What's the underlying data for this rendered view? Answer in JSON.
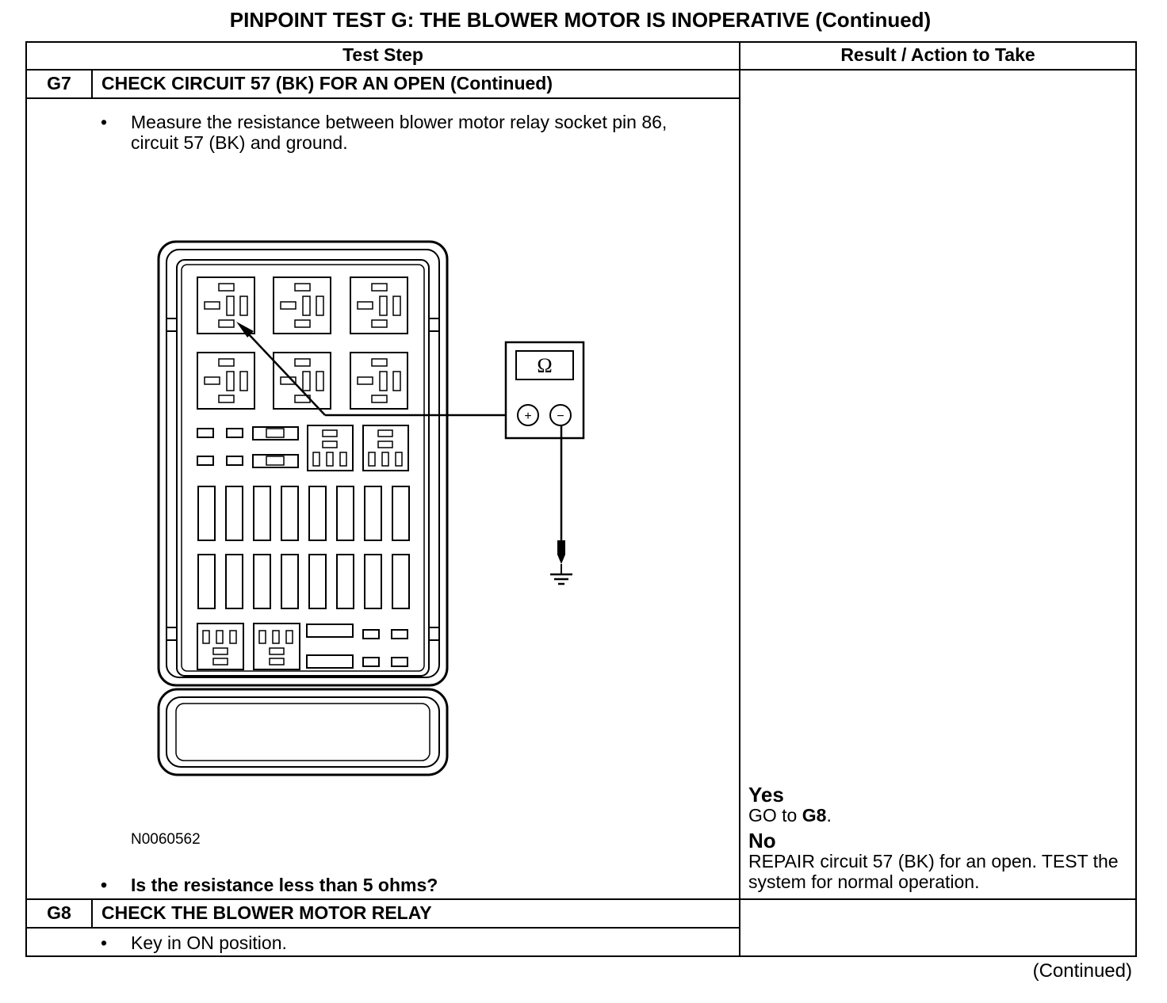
{
  "title": "PINPOINT TEST G: THE BLOWER MOTOR IS INOPERATIVE (Continued)",
  "headers": {
    "test_step": "Test Step",
    "result_action": "Result / Action to Take"
  },
  "steps": [
    {
      "id": "G7",
      "title": "CHECK CIRCUIT 57 (BK) FOR AN OPEN (Continued)",
      "instruction_1": "Measure the resistance between blower motor relay socket pin 86, circuit 57 (BK) and ground.",
      "figure_id": "N0060562",
      "question": "Is the resistance less than 5 ohms?",
      "results": {
        "yes_label": "Yes",
        "yes_action_prefix": "GO to ",
        "yes_action_target": "G8",
        "yes_action_suffix": ".",
        "no_label": "No",
        "no_action": "REPAIR circuit 57 (BK) for an open. TEST the system for normal operation."
      }
    },
    {
      "id": "G8",
      "title": "CHECK THE BLOWER MOTOR RELAY",
      "instruction_1": "Key in ON position."
    }
  ],
  "meter_symbol": "Ω",
  "meter_plus": "+",
  "meter_minus": "−",
  "bullet_char": "•",
  "continued": "(Continued)"
}
